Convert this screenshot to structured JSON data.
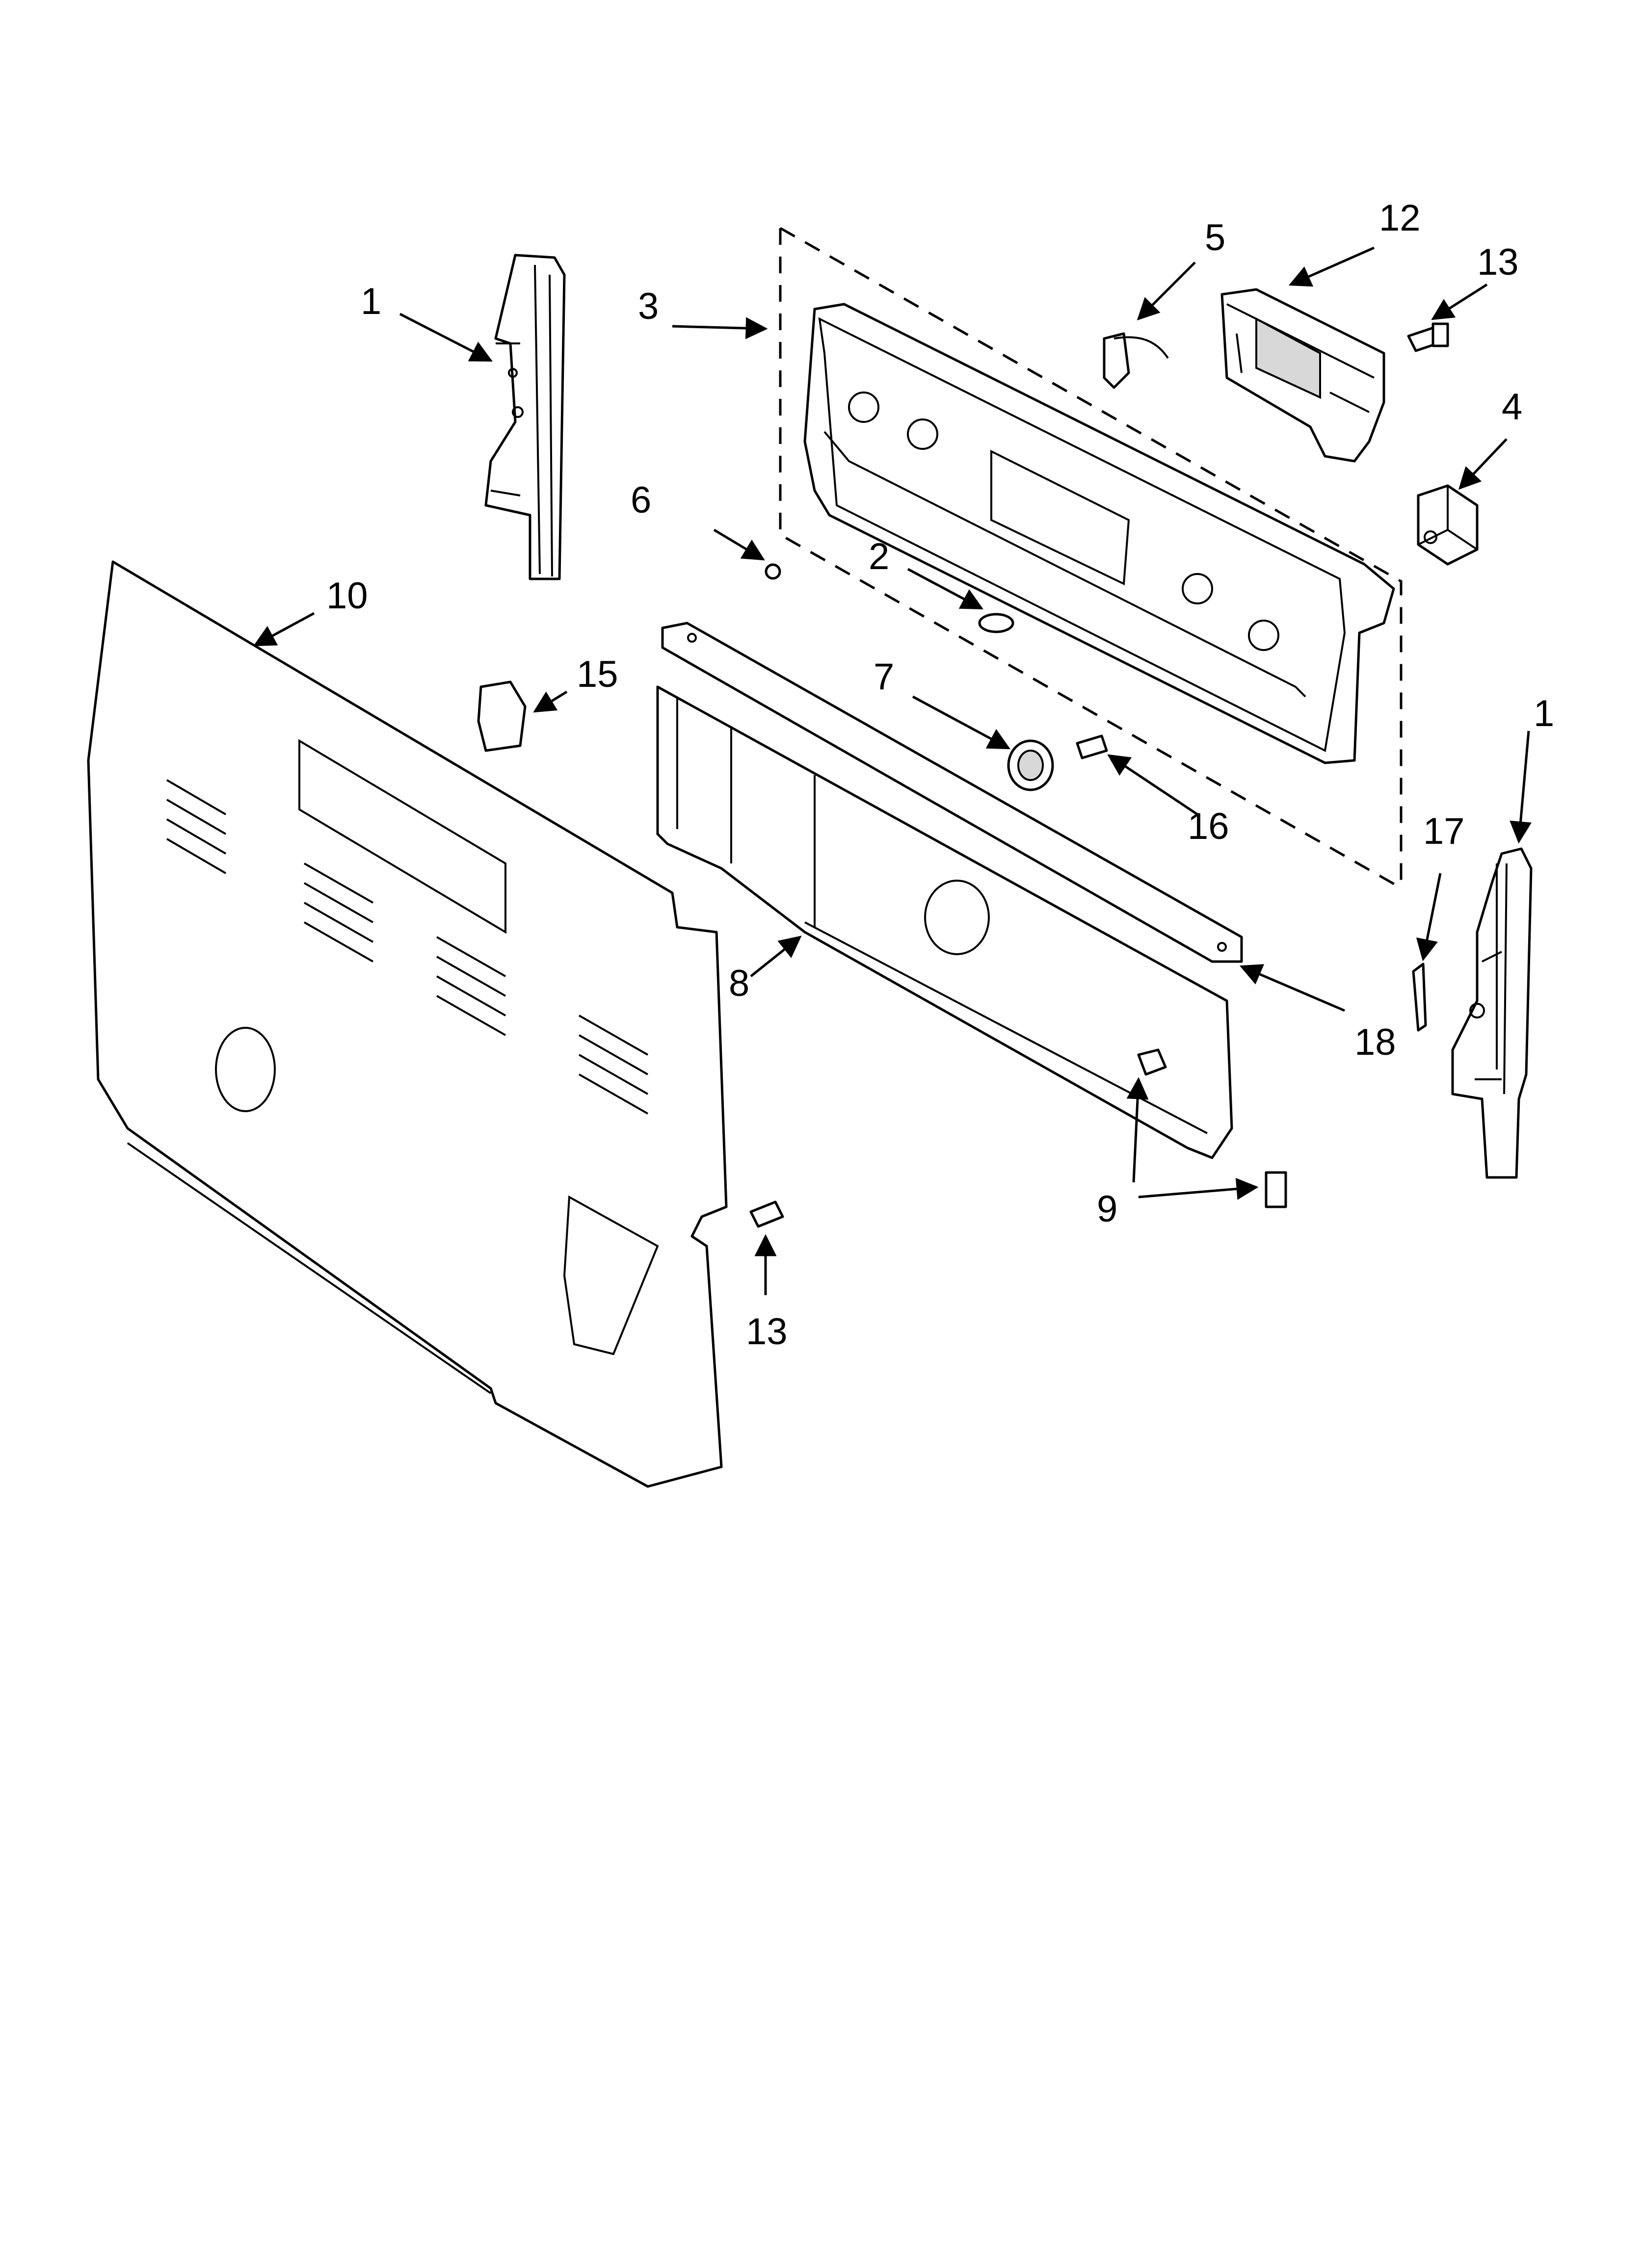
{
  "diagram": {
    "callouts": [
      {
        "id": "c1a",
        "text": "1"
      },
      {
        "id": "c1b",
        "text": "1"
      },
      {
        "id": "c2",
        "text": "2"
      },
      {
        "id": "c3",
        "text": "3"
      },
      {
        "id": "c4",
        "text": "4"
      },
      {
        "id": "c5",
        "text": "5"
      },
      {
        "id": "c6",
        "text": "6"
      },
      {
        "id": "c7",
        "text": "7"
      },
      {
        "id": "c8",
        "text": "8"
      },
      {
        "id": "c9",
        "text": "9"
      },
      {
        "id": "c10",
        "text": "10"
      },
      {
        "id": "c12",
        "text": "12"
      },
      {
        "id": "c13a",
        "text": "13"
      },
      {
        "id": "c13b",
        "text": "13"
      },
      {
        "id": "c15",
        "text": "15"
      },
      {
        "id": "c16",
        "text": "16"
      },
      {
        "id": "c17",
        "text": "17"
      },
      {
        "id": "c18",
        "text": "18"
      }
    ]
  }
}
